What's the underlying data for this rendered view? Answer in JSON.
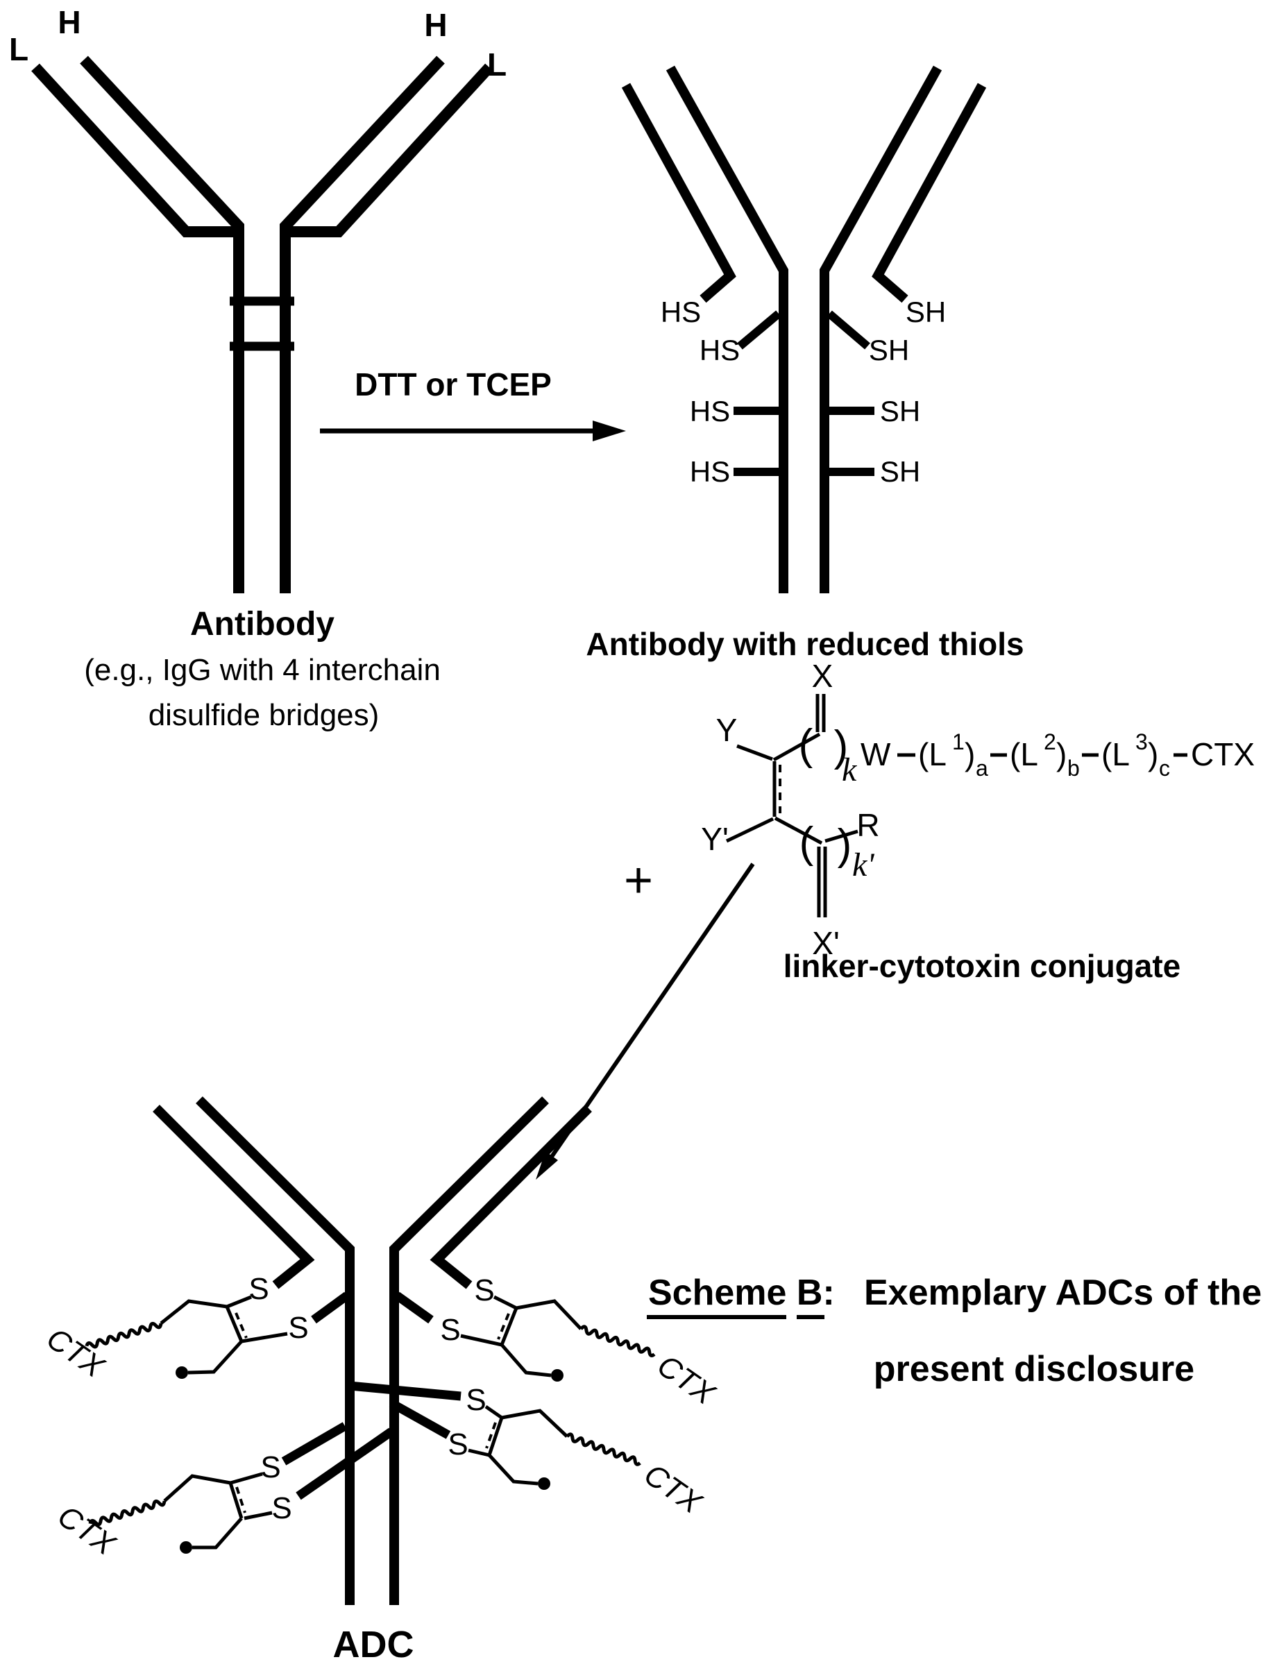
{
  "colors": {
    "ink": "#000000",
    "background": "#ffffff"
  },
  "antibody": {
    "title": "Antibody",
    "subtitle_line1": "(e.g., IgG with 4 interchain",
    "subtitle_line2": "disulfide bridges)",
    "light_chain_label": "L",
    "heavy_chain_label": "H"
  },
  "reaction": {
    "reagent_label": "DTT or TCEP"
  },
  "reduced_antibody": {
    "caption": "Antibody with reduced thiols",
    "left_thiol_label": "HS",
    "right_thiol_label": "SH"
  },
  "plus_sign": "+",
  "linker": {
    "caption": "linker-cytotoxin conjugate",
    "x_label": "X",
    "y_label": "Y",
    "y_prime_label": "Y'",
    "x_prime_label": "X'",
    "r_label": "R",
    "k_label": "k",
    "k_prime_label": "k'",
    "w_label": "W",
    "paren_open": "(",
    "paren_close": ")",
    "formula": {
      "open": "(L",
      "close": ")",
      "sup_1": "1",
      "sup_2": "2",
      "sup_3": "3",
      "sub_a": "a",
      "sub_b": "b",
      "sub_c": "c",
      "ctx": "CTX"
    }
  },
  "adc": {
    "caption": "ADC",
    "sulfur_label": "S",
    "cytotoxin_label": "CTX"
  },
  "scheme": {
    "heading": "Scheme B:",
    "title_line1": "Exemplary ADCs of the",
    "title_line2": "present disclosure"
  }
}
